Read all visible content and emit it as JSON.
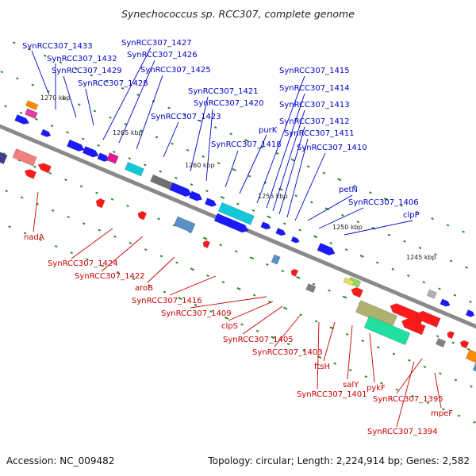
{
  "title": "Synechococcus sp. RCC307, complete genome",
  "footer": {
    "accession": "Accession: NC_009482",
    "summary": "Topology: circular; Length: 2,224,914 bp; Genes: 2,582"
  },
  "colors": {
    "backbone": "#8a8a8a",
    "forward_label": "#0000c8",
    "reverse_label": "#c80000",
    "tick": "#2a8a2a"
  },
  "scale_labels": [
    "1270 kbp",
    "1265 kbp",
    "1260 kbp",
    "1255 kbp",
    "1250 kbp",
    "1245 kbp"
  ],
  "forward_labels": [
    "SynRCC307_1433",
    "SynRCC307_1432",
    "SynRCC307_1429",
    "SynRCC307_1428",
    "SynRCC307_1427",
    "SynRCC307_1426",
    "SynRCC307_1425",
    "SynRCC307_1423",
    "SynRCC307_1421",
    "SynRCC307_1420",
    "SynRCC307_1418",
    "purK",
    "SynRCC307_1415",
    "SynRCC307_1414",
    "SynRCC307_1413",
    "SynRCC307_1412",
    "SynRCC307_1411",
    "SynRCC307_1410",
    "petN",
    "SynRCC307_1406",
    "clpP"
  ],
  "reverse_labels": [
    "nadA",
    "SynRCC307_1424",
    "SynRCC307_1422",
    "aroB",
    "SynRCC307_1416",
    "SynRCC307_1409",
    "clpS",
    "SynRCC307_1405",
    "SynRCC307_1403",
    "ftsH",
    "salY",
    "pykF",
    "SynRCC307_1401",
    "SynRCC307_1395",
    "mpeF",
    "SynRCC307_1394"
  ]
}
